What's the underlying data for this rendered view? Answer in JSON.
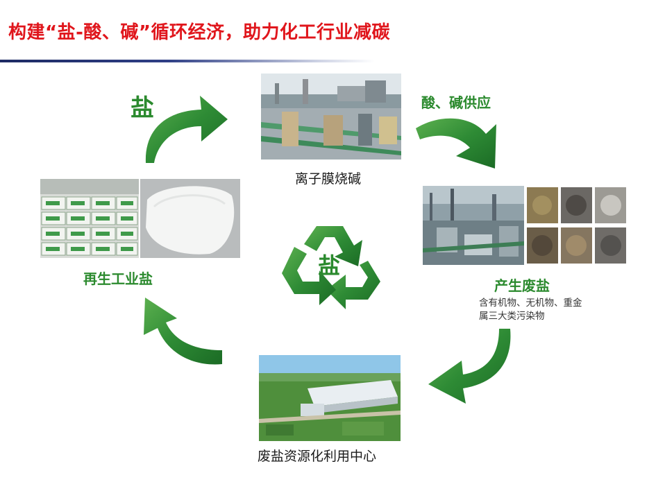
{
  "title": "构建“盐-酸、碱”循环经济，助力化工行业减碳",
  "center_symbol": {
    "icon": "recycle-icon",
    "label": "盐"
  },
  "top_left_arrow_label": "盐",
  "top_right_arrow_label": "酸、碱供应",
  "nodes": {
    "top": {
      "label": "离子膜烧碱",
      "image": "industrial-plant-photo"
    },
    "right": {
      "label": "产生废盐",
      "note_line1": "含有机物、无机物、重金",
      "note_line2": "属三大类污染物",
      "images": [
        "chemical-plant-aerial-photo",
        "waste-salt-samples-photo"
      ]
    },
    "bottom": {
      "label": "废盐资源化利用中心",
      "image": "facility-aerial-photo"
    },
    "left": {
      "label": "再生工业盐",
      "images": [
        "salt-bags-photo",
        "white-salt-photo"
      ]
    }
  },
  "colors": {
    "title_red": "#e0161c",
    "arrow_green": "#2e8b35",
    "label_green": "#2b8a2e"
  }
}
